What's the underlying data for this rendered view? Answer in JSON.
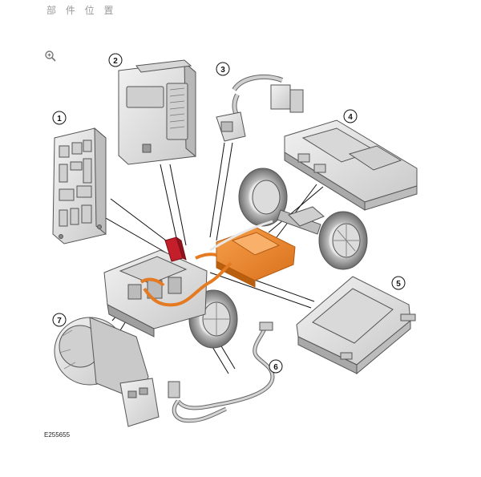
{
  "header": {
    "title": "部 件 位 置"
  },
  "toolbar": {
    "zoom_icon": "zoom-in-icon"
  },
  "diagram": {
    "figure_code": "E255655",
    "callouts": [
      {
        "number": "1"
      },
      {
        "number": "2"
      },
      {
        "number": "3"
      },
      {
        "number": "4"
      },
      {
        "number": "5"
      },
      {
        "number": "6"
      },
      {
        "number": "7"
      }
    ],
    "colors": {
      "highlight": "#f08c2a",
      "highlight_dark": "#c8681a",
      "component_fill": "#e4e4e4",
      "component_stroke": "#555555",
      "red_part": "#c41e2a"
    }
  }
}
